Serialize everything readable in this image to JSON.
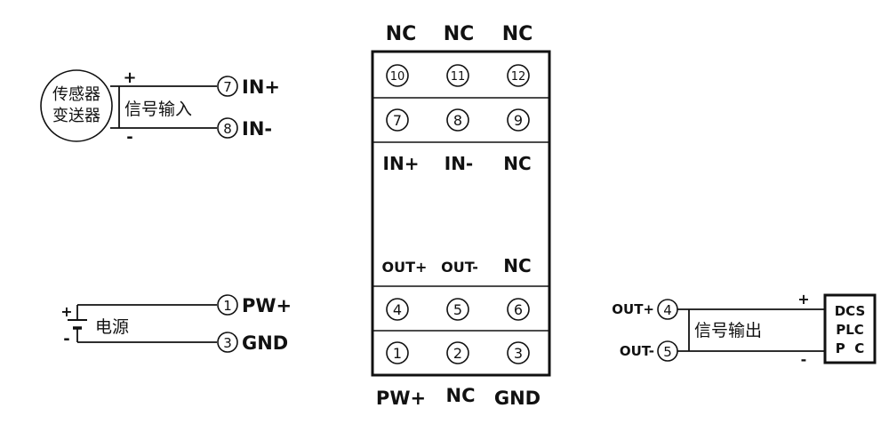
{
  "module": {
    "top_labels": [
      "NC",
      "NC",
      "NC"
    ],
    "row1": [
      "10",
      "11",
      "12"
    ],
    "row2": [
      "7",
      "8",
      "9"
    ],
    "upper_labels": [
      "IN+",
      "IN-",
      "NC"
    ],
    "lower_labels": [
      "OUT+",
      "OUT-",
      "NC"
    ],
    "row3": [
      "4",
      "5",
      "6"
    ],
    "row4": [
      "1",
      "2",
      "3"
    ],
    "bottom_labels": [
      "PW+",
      "NC",
      "GND"
    ]
  },
  "sensor": {
    "circle_line1": "传感器",
    "circle_line2": "变送器",
    "plus": "+",
    "minus": "-",
    "caption": "信号输入",
    "term_in_plus_num": "7",
    "term_in_plus_label": "IN+",
    "term_in_minus_num": "8",
    "term_in_minus_label": "IN-"
  },
  "power": {
    "plus": "+",
    "minus": "-",
    "caption": "电源",
    "term_pw_num": "1",
    "term_pw_label": "PW+",
    "term_gnd_num": "3",
    "term_gnd_label": "GND"
  },
  "output": {
    "out_plus_label": "OUT+",
    "out_plus_num": "4",
    "out_minus_label": "OUT-",
    "out_minus_num": "5",
    "caption": "信号输出",
    "plus": "+",
    "minus": "-",
    "device_line1": "DCS",
    "device_line2": "PLC",
    "device_line3": "P  C"
  }
}
